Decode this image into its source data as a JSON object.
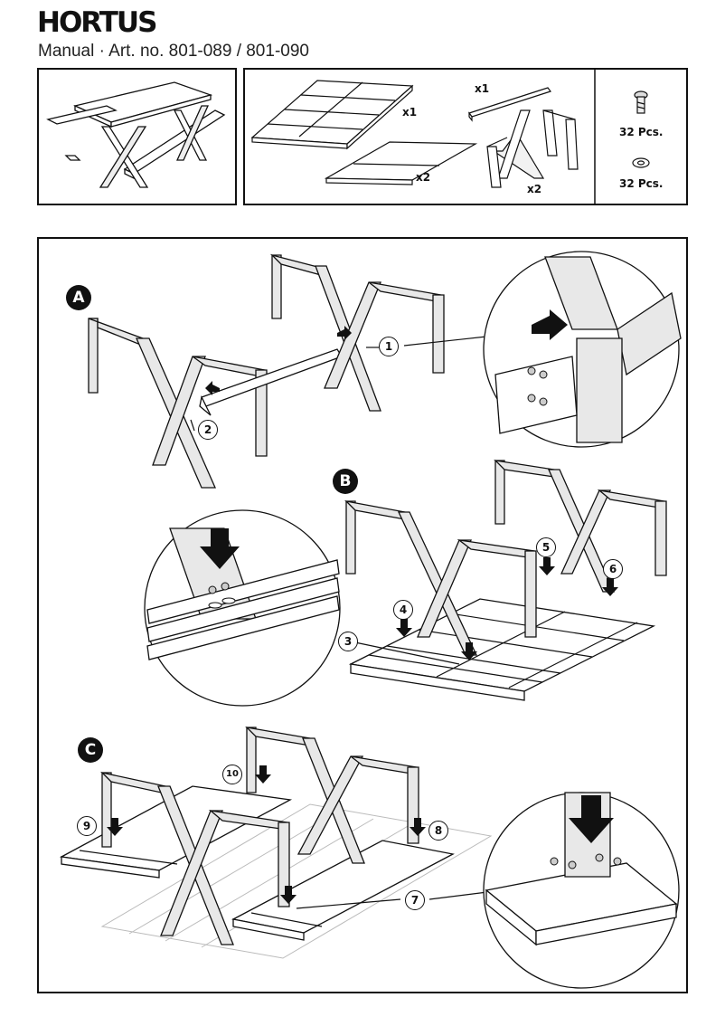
{
  "header": {
    "brand": "HORTUS",
    "subtitle": "Manual · Art. no.  801-089 / 801-090"
  },
  "parts": {
    "tabletop_qty": "x1",
    "crossbar_qty": "x1",
    "bench_seat_qty": "x2",
    "leg_frame_qty": "x2",
    "bolts_qty": "32 Pcs.",
    "washers_qty": "32 Pcs."
  },
  "steps": {
    "a": "A",
    "b": "B",
    "c": "C"
  },
  "callouts": [
    "1",
    "2",
    "3",
    "4",
    "5",
    "6",
    "7",
    "8",
    "9",
    "10"
  ],
  "colors": {
    "line": "#111111",
    "frame_fill": "#e6e6e6",
    "badge": "#111111"
  }
}
